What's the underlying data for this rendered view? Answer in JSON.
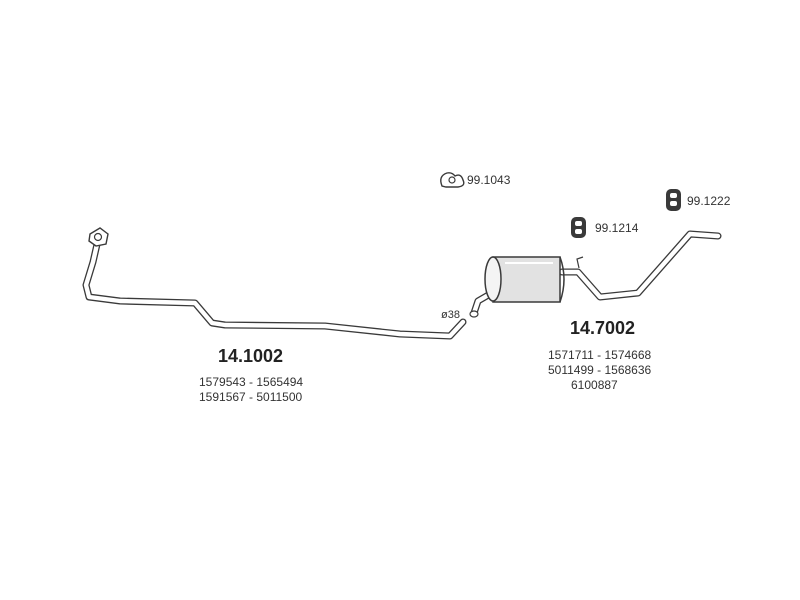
{
  "front_pipe": {
    "part_number": "14.1002",
    "refs": [
      "1579543 - 1565494",
      "1591567 - 5011500"
    ]
  },
  "rear_silencer": {
    "part_number": "14.7002",
    "refs": [
      "1571711 - 1574668",
      "5011499 - 1568636",
      "6100887"
    ],
    "diameter_label": "ø38"
  },
  "accessories": {
    "clamp": "99.1043",
    "hanger_a": "99.1214",
    "hanger_b": "99.1222"
  }
}
